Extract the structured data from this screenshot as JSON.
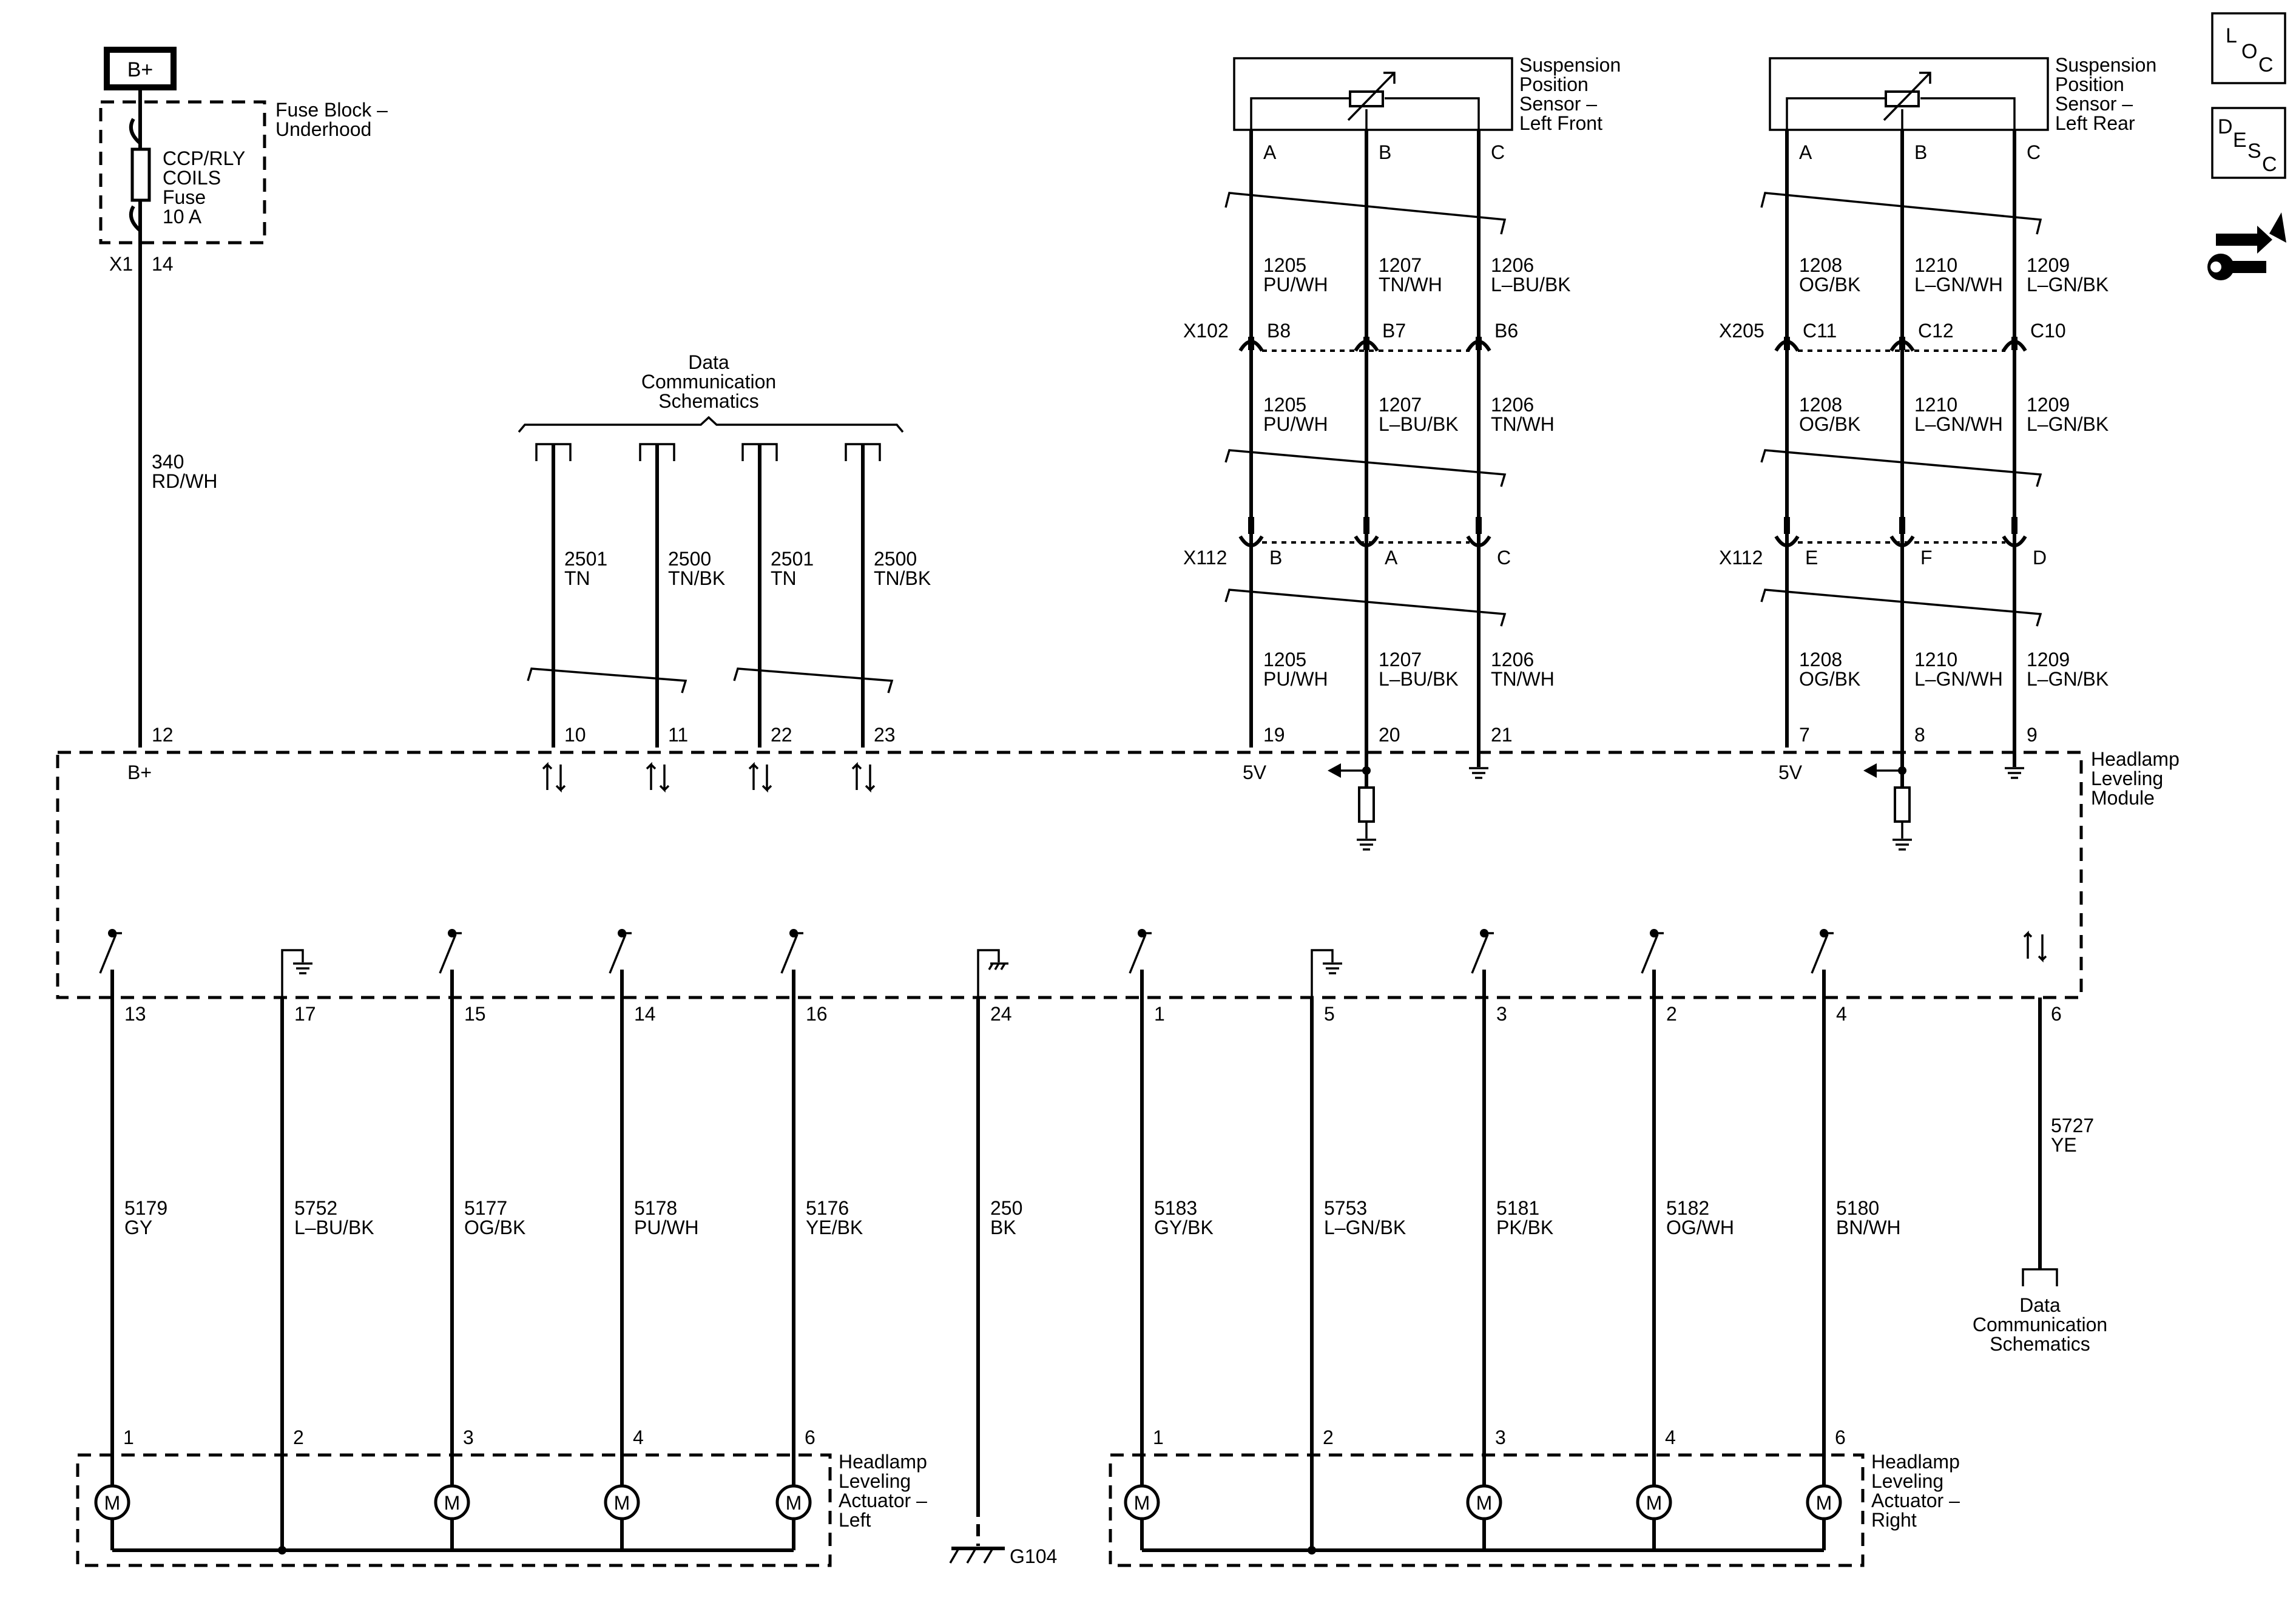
{
  "power": {
    "label": "B+"
  },
  "fuse_block": {
    "label1": "Fuse Block –",
    "label2": "Underhood",
    "fuse1": "CCP/RLY",
    "fuse2": "COILS",
    "fuse3": "Fuse",
    "fuse4": "10 A",
    "connector": "X1",
    "pin": "14"
  },
  "power_wire": {
    "circuit": "340",
    "color": "RD/WH"
  },
  "data_comm_top": {
    "label1": "Data",
    "label2": "Communication",
    "label3": "Schematics",
    "wires": [
      {
        "circuit": "2501",
        "color": "TN",
        "pin": "10"
      },
      {
        "circuit": "2500",
        "color": "TN/BK",
        "pin": "11"
      },
      {
        "circuit": "2501",
        "color": "TN",
        "pin": "22"
      },
      {
        "circuit": "2500",
        "color": "TN/BK",
        "pin": "23"
      }
    ]
  },
  "sensor_left_front": {
    "label1": "Suspension",
    "label2": "Position",
    "label3": "Sensor –",
    "label4": "Left Front",
    "pins": [
      "A",
      "B",
      "C"
    ],
    "seg1": [
      {
        "circuit": "1205",
        "color": "PU/WH"
      },
      {
        "circuit": "1207",
        "color": "TN/WH"
      },
      {
        "circuit": "1206",
        "color": "L–BU/BK"
      }
    ],
    "conn1": {
      "name": "X102",
      "pins": [
        "B8",
        "B7",
        "B6"
      ]
    },
    "seg2": [
      {
        "circuit": "1205",
        "color": "PU/WH"
      },
      {
        "circuit": "1207",
        "color": "L–BU/BK"
      },
      {
        "circuit": "1206",
        "color": "TN/WH"
      }
    ],
    "conn2": {
      "name": "X112",
      "pins": [
        "B",
        "A",
        "C"
      ]
    },
    "seg3": [
      {
        "circuit": "1205",
        "color": "PU/WH"
      },
      {
        "circuit": "1207",
        "color": "L–BU/BK"
      },
      {
        "circuit": "1206",
        "color": "TN/WH"
      }
    ],
    "module_pins": [
      "19",
      "20",
      "21"
    ],
    "ref": "5V"
  },
  "sensor_left_rear": {
    "label1": "Suspension",
    "label2": "Position",
    "label3": "Sensor –",
    "label4": "Left Rear",
    "pins": [
      "A",
      "B",
      "C"
    ],
    "seg1": [
      {
        "circuit": "1208",
        "color": "OG/BK"
      },
      {
        "circuit": "1210",
        "color": "L–GN/WH"
      },
      {
        "circuit": "1209",
        "color": "L–GN/BK"
      }
    ],
    "conn1": {
      "name": "X205",
      "pins": [
        "C11",
        "C12",
        "C10"
      ]
    },
    "seg2": [
      {
        "circuit": "1208",
        "color": "OG/BK"
      },
      {
        "circuit": "1210",
        "color": "L–GN/WH"
      },
      {
        "circuit": "1209",
        "color": "L–GN/BK"
      }
    ],
    "conn2": {
      "name": "X112",
      "pins": [
        "E",
        "F",
        "D"
      ]
    },
    "seg3": [
      {
        "circuit": "1208",
        "color": "OG/BK"
      },
      {
        "circuit": "1210",
        "color": "L–GN/WH"
      },
      {
        "circuit": "1209",
        "color": "L–GN/BK"
      }
    ],
    "module_pins": [
      "7",
      "8",
      "9"
    ],
    "ref": "5V"
  },
  "module": {
    "label1": "Headlamp",
    "label2": "Leveling",
    "label3": "Module",
    "bplus_pin": "12",
    "bplus_label": "B+"
  },
  "bottom_wires": [
    {
      "pin": "13",
      "circuit": "5179",
      "color": "GY",
      "act_pin": "1"
    },
    {
      "pin": "17",
      "circuit": "5752",
      "color": "L–BU/BK",
      "act_pin": "2"
    },
    {
      "pin": "15",
      "circuit": "5177",
      "color": "OG/BK",
      "act_pin": "3"
    },
    {
      "pin": "14",
      "circuit": "5178",
      "color": "PU/WH",
      "act_pin": "4"
    },
    {
      "pin": "16",
      "circuit": "5176",
      "color": "YE/BK",
      "act_pin": "6"
    },
    {
      "pin": "24",
      "circuit": "250",
      "color": "BK"
    },
    {
      "pin": "1",
      "circuit": "5183",
      "color": "GY/BK",
      "act_pin": "1"
    },
    {
      "pin": "5",
      "circuit": "5753",
      "color": "L–GN/BK",
      "act_pin": "2"
    },
    {
      "pin": "3",
      "circuit": "5181",
      "color": "PK/BK",
      "act_pin": "3"
    },
    {
      "pin": "2",
      "circuit": "5182",
      "color": "OG/WH",
      "act_pin": "4"
    },
    {
      "pin": "4",
      "circuit": "5180",
      "color": "BN/WH",
      "act_pin": "6"
    }
  ],
  "serial_wire": {
    "pin": "6",
    "circuit": "5727",
    "color": "YE"
  },
  "data_comm_bottom": {
    "label1": "Data",
    "label2": "Communication",
    "label3": "Schematics"
  },
  "actuator_left": {
    "label1": "Headlamp",
    "label2": "Leveling",
    "label3": "Actuator –",
    "label4": "Left",
    "motor": "M"
  },
  "actuator_right": {
    "label1": "Headlamp",
    "label2": "Leveling",
    "label3": "Actuator –",
    "label4": "Right",
    "motor": "M"
  },
  "ground": {
    "label": "G104"
  },
  "side_icons": {
    "loc": {
      "l1": "L",
      "l2": "O",
      "l3": "C"
    },
    "desc": {
      "l1": "D",
      "l2": "E",
      "l3": "S",
      "l4": "C"
    }
  }
}
